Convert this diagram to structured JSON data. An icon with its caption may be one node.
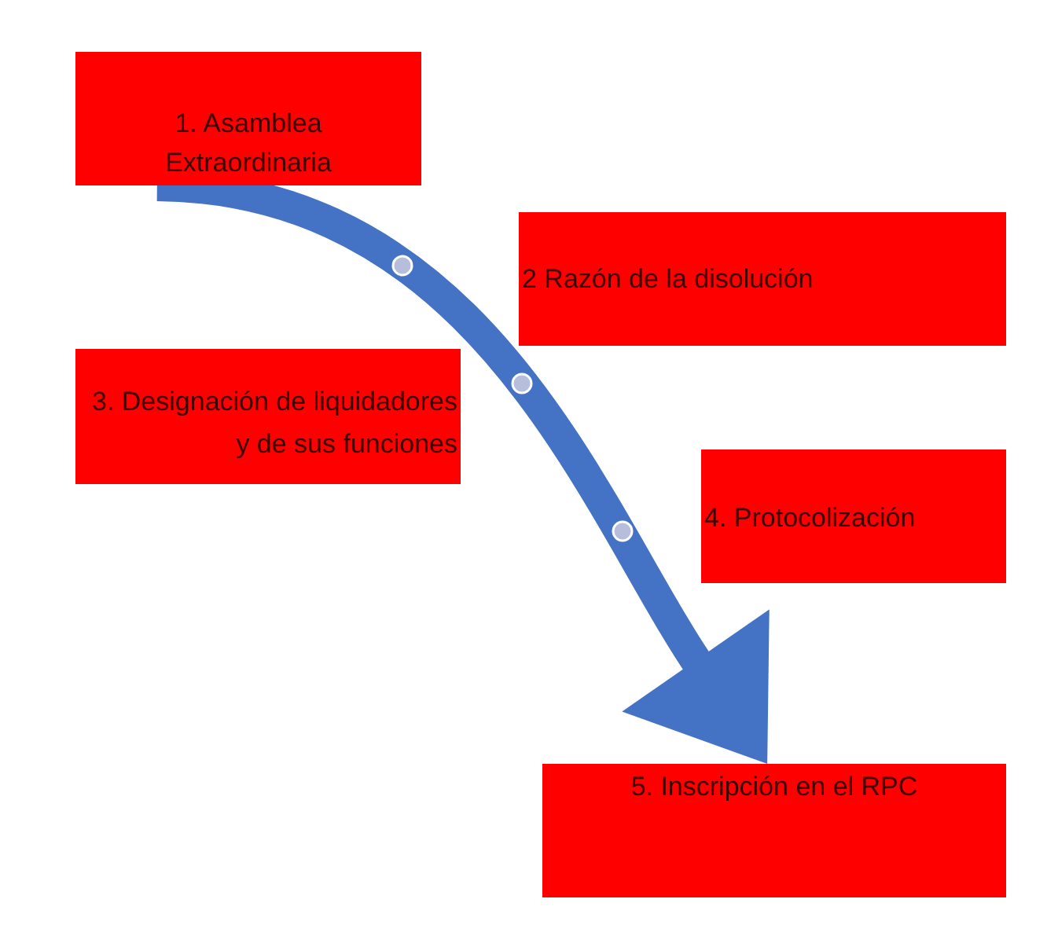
{
  "diagram": {
    "nodes": [
      {
        "text": [
          "1. Asamblea Extraordinaria"
        ]
      },
      {
        "text": [
          "2 Razón de la disolución"
        ]
      },
      {
        "text": [
          "3. Designación de liquidadores y de sus funciones"
        ]
      },
      {
        "text": [
          "4. Protocolización"
        ]
      },
      {
        "text": [
          "5. Inscripción en el RPC"
        ]
      },
      {
        "text": [],
        "shape": "circle"
      },
      {
        "text": [],
        "shape": "circle"
      },
      {
        "text": [],
        "shape": "circle"
      }
    ],
    "edges": [
      {
        "from": 0,
        "to": 4,
        "arrow": "to"
      }
    ]
  }
}
